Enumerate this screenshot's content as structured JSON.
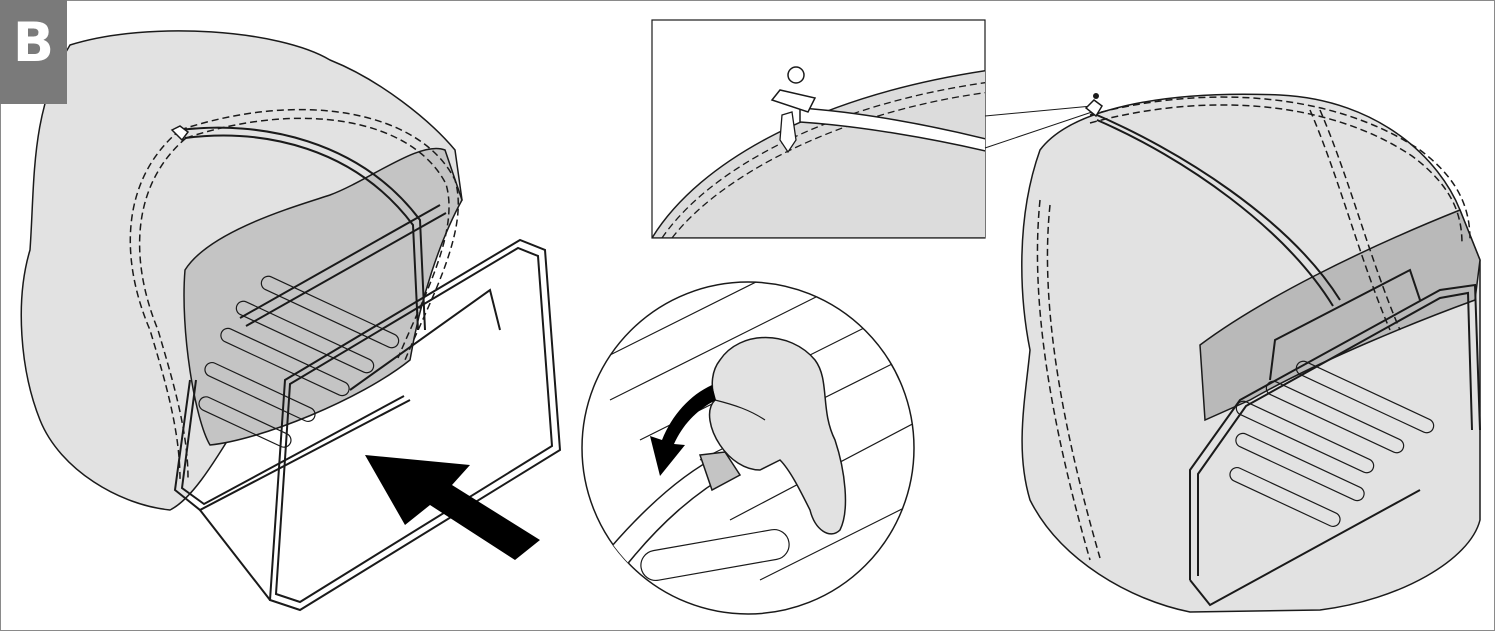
{
  "step": {
    "label": "B"
  },
  "colors": {
    "cover": "#e2e2e2",
    "cover_dark": "#b9b9b9",
    "line": "#1a1a1a",
    "badge": "#7a7a7a",
    "arrow": "#000000"
  },
  "panels": [
    {
      "name": "cover-being-pulled-over-frame",
      "icons": [
        "grass-bag-cover",
        "frame",
        "push-arrow-icon"
      ]
    },
    {
      "name": "detail-hook-clip",
      "icons": [
        "hook-clip",
        "screw",
        "nut"
      ]
    },
    {
      "name": "detail-hand-fold-edge",
      "icons": [
        "hand",
        "fold-arrow-icon"
      ]
    },
    {
      "name": "cover-fitted-on-frame",
      "icons": [
        "grass-bag-cover",
        "frame"
      ]
    }
  ]
}
